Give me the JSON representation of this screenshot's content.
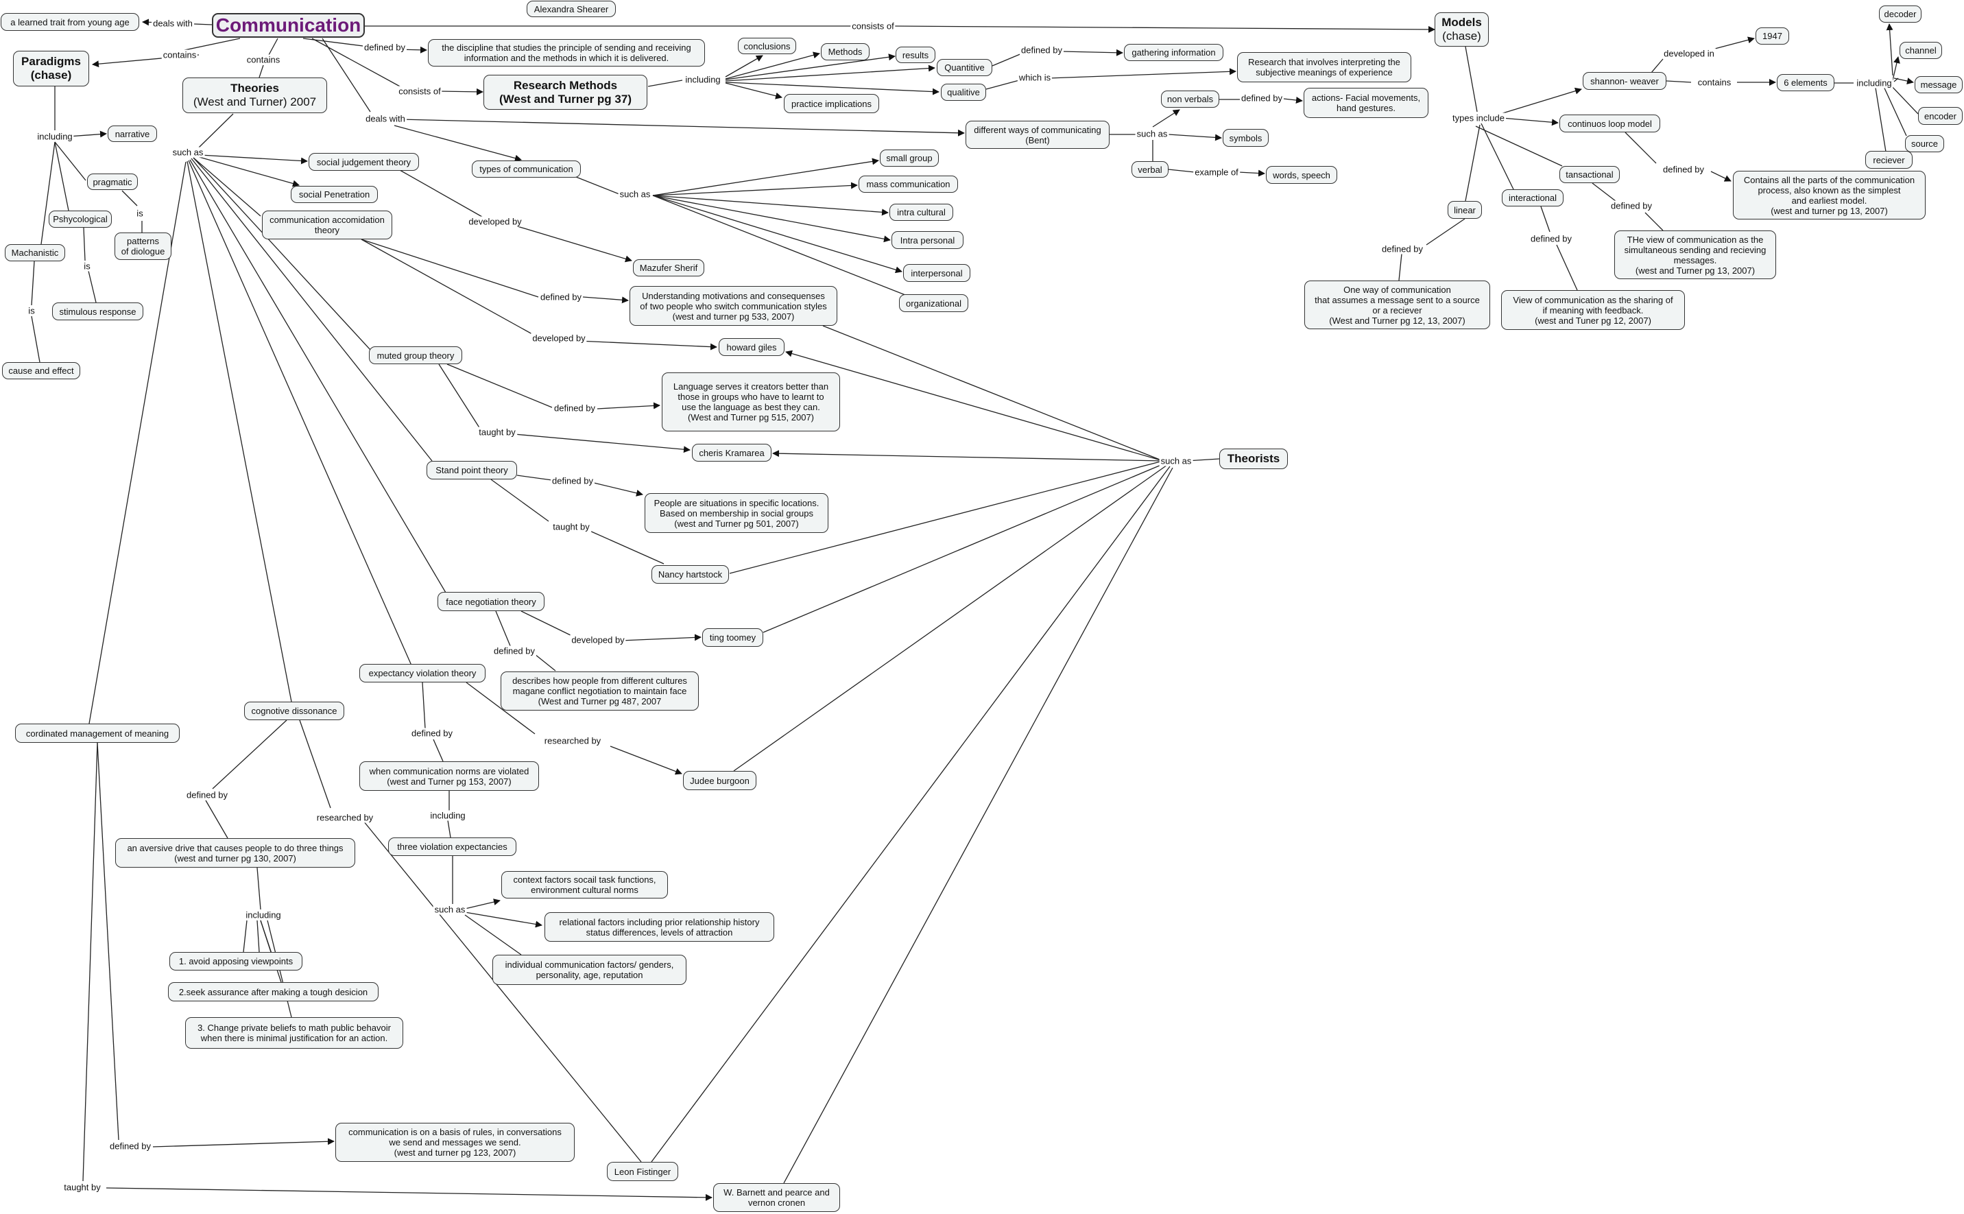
{
  "map": {
    "author": "Alexandra Shearer",
    "root": "Communication",
    "trait": "a learned trait from young age",
    "paradigms": {
      "title": "Paradigms\n(chase)",
      "narrative": "narrative",
      "pragmatic": "pragmatic",
      "psychological": "Pshycological",
      "mechanistic": "Machanistic",
      "patterns": "patterns\nof diologue",
      "stimulous": "stimulous response",
      "cause": "cause and effect"
    },
    "theories": {
      "title": "Theories",
      "subtitle": "(West and Turner) 2007",
      "social_judgement": "social judgement theory",
      "social_penetration": "social Penetration",
      "cat": "communication accomidation\ntheory",
      "cat_def": "Understanding motivations and consequenses\nof two people who switch communication styles\n(west and turner pg 533, 2007)",
      "muted": "muted group theory",
      "muted_def": "Language serves it creators better than\nthose in groups who have to learnt to\nuse the language as best they can.\n(West and Turner pg 515, 2007)",
      "standpoint": "Stand point theory",
      "standpoint_def": "People are situations in specific locations.\nBased on membership in social groups\n(west and Turner pg 501, 2007)",
      "face": "face negotiation theory",
      "face_def": "describes how people from different cultures\nmagane conflict negotiation to maintain face\n(West and Turner pg 487, 2007",
      "evt": "expectancy violation theory",
      "evt_def": "when communication norms are violated\n(west and Turner pg 153, 2007)",
      "three_violation": "three violation expectancies",
      "context": "context factors socail task functions,\nenvironment cultural norms",
      "relational": "relational factors including prior relationship history\nstatus differences, levels of attraction",
      "individual": "individual communication factors/ genders,\npersonality, age, reputation",
      "cd": "cognotive dissonance",
      "cd_def": "an aversive drive that causes people to do three things\n(west and turner pg 130, 2007)",
      "cd1": "1. avoid apposing viewpoints",
      "cd2": "2.seek assurance after making a tough desicion",
      "cd3": "3. Change private beliefs to math public behavoir\nwhen there is minimal justification for an action.",
      "cmm": "cordinated management of meaning",
      "cmm_def": "communication is on a basis of rules, in conversations\nwe send and messages we send.\n(west and turner pg 123, 2007)"
    },
    "definition": "the discipline that studies the principle of sending and receiving\ninformation and the methods in which it is delivered.",
    "research": {
      "title": "Research Methods",
      "subtitle": "(West and Turner pg 37)",
      "conclusions": "conclusions",
      "methods": "Methods",
      "results": "results",
      "quantitive": "Quantitive",
      "gathering": "gathering information",
      "qualitive": "qualitive",
      "qual_def": "Research that involves interpreting the\nsubjective meanings of experience",
      "practice": "practice implications"
    },
    "types": {
      "title": "types of communication",
      "small_group": "small group",
      "mass": "mass communication",
      "intra_cultural": "intra cultural",
      "intra_personal": "Intra personal",
      "interpersonal": "interpersonal",
      "organizational": "organizational"
    },
    "ways": {
      "title": "different ways of communicating\n(Bent)",
      "nonverbals": "non verbals",
      "actions": "actions- Facial movements,\nhand gestures.",
      "symbols": "symbols",
      "verbal": "verbal",
      "words": "words, speech"
    },
    "models": {
      "title": "Models",
      "subtitle": "(chase)",
      "shannon": "shannon- weaver",
      "year": "1947",
      "six": "6 elements",
      "decoder": "decoder",
      "channel": "channel",
      "message": "message",
      "encoder": "encoder",
      "source": "source",
      "reciever": "reciever",
      "loop": "continuos loop model",
      "loop_def": "Contains all the parts of the communication\nprocess, also known as the simplest\nand earliest model.\n(west and turner pg 13, 2007)",
      "transactional": "tansactional",
      "transactional_def": "THe view of communication as the\nsimultaneous sending and recieving\nmessages.\n(west and Turner pg 13, 2007)",
      "interactional": "interactional",
      "interactional_def": "View of communication as the sharing of\nif meaning with feedback.\n(west and Tuner pg 12, 2007)",
      "linear": "linear",
      "linear_def": "One way of communication\nthat assumes a message sent to a source\nor a reciever\n(West and Turner pg 12, 13, 2007)"
    },
    "theorists": {
      "title": "Theorists",
      "sherif": "Mazufer Sherif",
      "giles": "howard giles",
      "kramarea": "cheris Kramarea",
      "hartstock": "Nancy hartstock",
      "toomey": "ting toomey",
      "burgoon": "Judee burgoon",
      "festinger": "Leon Fistinger",
      "barnett": "W. Barnett and pearce and\nvernon cronen"
    },
    "links": {
      "deals_with": "deals with",
      "contains": "contains",
      "defined_by": "defined by",
      "consists_of": "consists of",
      "including": "including",
      "such_as": "such as",
      "is": "is",
      "developed_by": "developed by",
      "taught_by": "taught by",
      "researched_by": "researched by",
      "which_is": "which is",
      "example_of": "example of",
      "types_include": "types include",
      "developed_in": "developed in"
    }
  }
}
